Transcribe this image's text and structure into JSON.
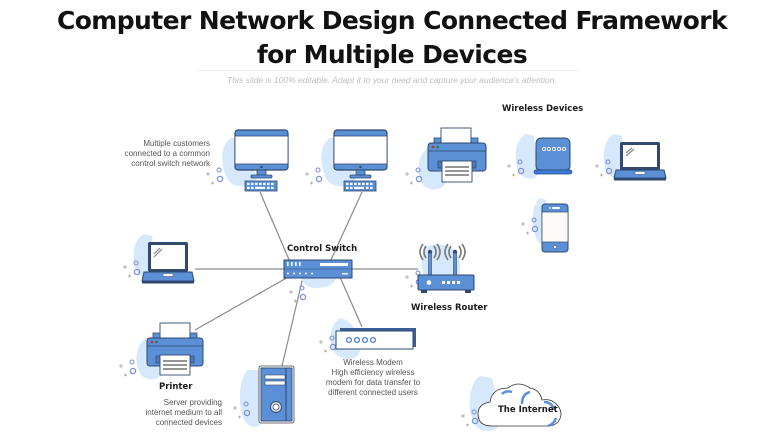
{
  "header": {
    "title_line1": "Computer Network Design Connected Framework",
    "title_line2": "for Multiple Devices",
    "subtitle": "This slide is 100% editable. Adapt it to your need and capture your audience's attention."
  },
  "colors": {
    "device_blue": "#5b8fd6",
    "device_stroke": "#2f4a6e",
    "blob_blue": "#d6e8fb",
    "connector_gray": "#8a8a8a",
    "screen_white": "#ffffff"
  },
  "labels": {
    "wireless_devices": "Wireless Devices",
    "control_switch": "Control Switch",
    "wireless_router": "Wireless Router",
    "printer": "Printer",
    "the_internet": "The Internet"
  },
  "descriptions": {
    "customers": [
      "Multiple customers",
      "connected to a common",
      "control switch network"
    ],
    "server": [
      "Server providing",
      "internet medium to all",
      "connected devices"
    ],
    "modem": [
      "Wireless Modem",
      "High efficiency wireless",
      "modem for data transfer to",
      "different connected users"
    ]
  },
  "nodes": [
    {
      "id": "desktop-1",
      "icon": "desktop-computer-icon"
    },
    {
      "id": "desktop-2",
      "icon": "desktop-computer-icon"
    },
    {
      "id": "printer-top",
      "icon": "printer-icon"
    },
    {
      "id": "wireless-speaker",
      "icon": "wireless-hub-icon"
    },
    {
      "id": "wireless-laptop",
      "icon": "laptop-icon"
    },
    {
      "id": "wireless-phone",
      "icon": "smartphone-icon"
    },
    {
      "id": "laptop-left",
      "icon": "laptop-icon"
    },
    {
      "id": "control-switch",
      "icon": "network-switch-icon"
    },
    {
      "id": "wireless-router",
      "icon": "wireless-router-icon"
    },
    {
      "id": "printer-left",
      "icon": "printer-icon"
    },
    {
      "id": "server",
      "icon": "server-tower-icon"
    },
    {
      "id": "wireless-modem",
      "icon": "modem-icon"
    },
    {
      "id": "internet",
      "icon": "cloud-icon"
    }
  ],
  "connections": [
    [
      "control-switch",
      "desktop-1"
    ],
    [
      "control-switch",
      "desktop-2"
    ],
    [
      "control-switch",
      "laptop-left"
    ],
    [
      "control-switch",
      "wireless-router"
    ],
    [
      "control-switch",
      "printer-left"
    ],
    [
      "control-switch",
      "server"
    ],
    [
      "control-switch",
      "wireless-modem"
    ]
  ]
}
